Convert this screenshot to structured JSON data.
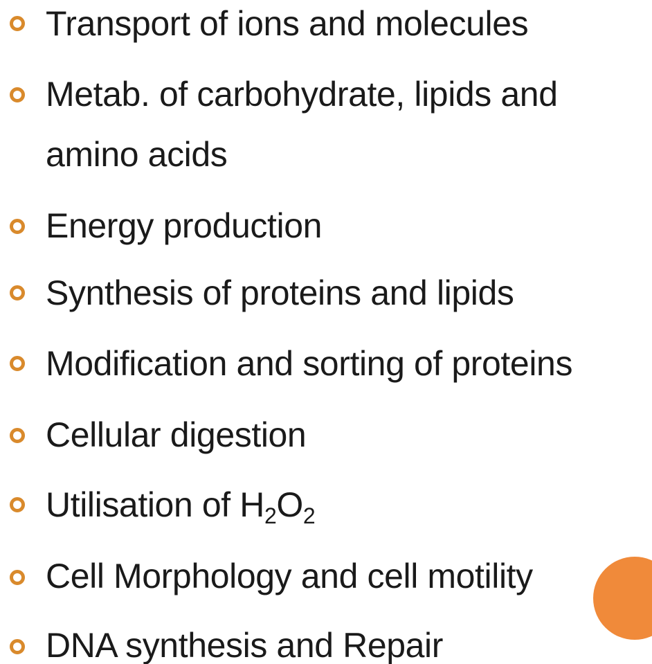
{
  "items": [
    {
      "text": "Transport of ions and molecules"
    },
    {
      "text": "Metab. of carbohydrate, lipids and",
      "continuation": "amino acids"
    },
    {
      "text": "Energy production"
    },
    {
      "text": "Synthesis of proteins and lipids"
    },
    {
      "text": "Modification and sorting of proteins"
    },
    {
      "text": "Cellular digestion"
    },
    {
      "text_prefix": "Utilisation of H",
      "sub1": "2",
      "mid": "O",
      "sub2": "2"
    },
    {
      "text": "Cell Morphology and cell motility"
    },
    {
      "text": "DNA synthesis and Repair"
    }
  ],
  "colors": {
    "bullet": "#d98a2c",
    "decorative_circle": "#f08a3a",
    "text": "#1a1a1a"
  }
}
